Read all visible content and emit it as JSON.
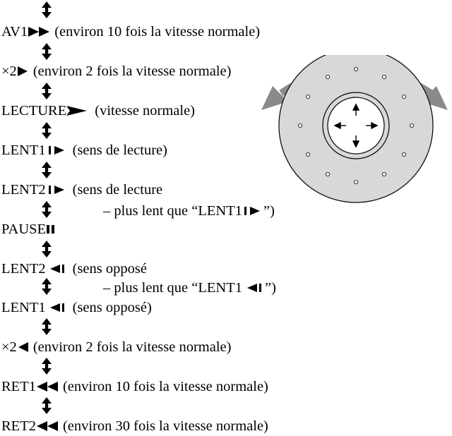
{
  "modes": [
    {
      "label": "AV1",
      "symbol": "fwd-double",
      "description": "(environ 10 fois la vitesse normale)"
    },
    {
      "label": "×2",
      "symbol": "fwd-single",
      "description": "(environ 2 fois la vitesse normale)"
    },
    {
      "label": "LECTURE",
      "symbol": "play",
      "description": "(vitesse normale)"
    },
    {
      "label": "LENT1",
      "symbol": "slow-fwd",
      "description": "(sens de lecture)"
    },
    {
      "label": "LENT2",
      "symbol": "slow-fwd",
      "description": "(sens de lecture",
      "note_prefix": "– plus lent que “LENT1",
      "note_suffix": "”)"
    },
    {
      "label": "PAUSE",
      "symbol": "pause",
      "description": ""
    },
    {
      "label": "LENT2",
      "symbol": "slow-rev",
      "description": "(sens opposé",
      "note_prefix": "– plus lent que “LENT1",
      "note_suffix": "”)"
    },
    {
      "label": "LENT1",
      "symbol": "slow-rev",
      "description": "(sens opposé)"
    },
    {
      "label": "×2",
      "symbol": "rev-single",
      "description": "(environ 2 fois la vitesse normale)"
    },
    {
      "label": "RET1",
      "symbol": "rev-double",
      "description": "(environ 10 fois la vitesse normale)"
    },
    {
      "label": "RET2",
      "symbol": "rev-double",
      "description": "(environ 30 fois la vitesse normale)"
    }
  ],
  "icons": {
    "transition": "up-down-arrow-icon",
    "dial": "jog-shuttle-dial-icon",
    "rotation": "curved-double-arrow-icon"
  },
  "colors": {
    "text": "#000000",
    "dial_fill": "#d8d8d8",
    "dial_arrow": "#8a8a8a",
    "background": "#ffffff"
  }
}
